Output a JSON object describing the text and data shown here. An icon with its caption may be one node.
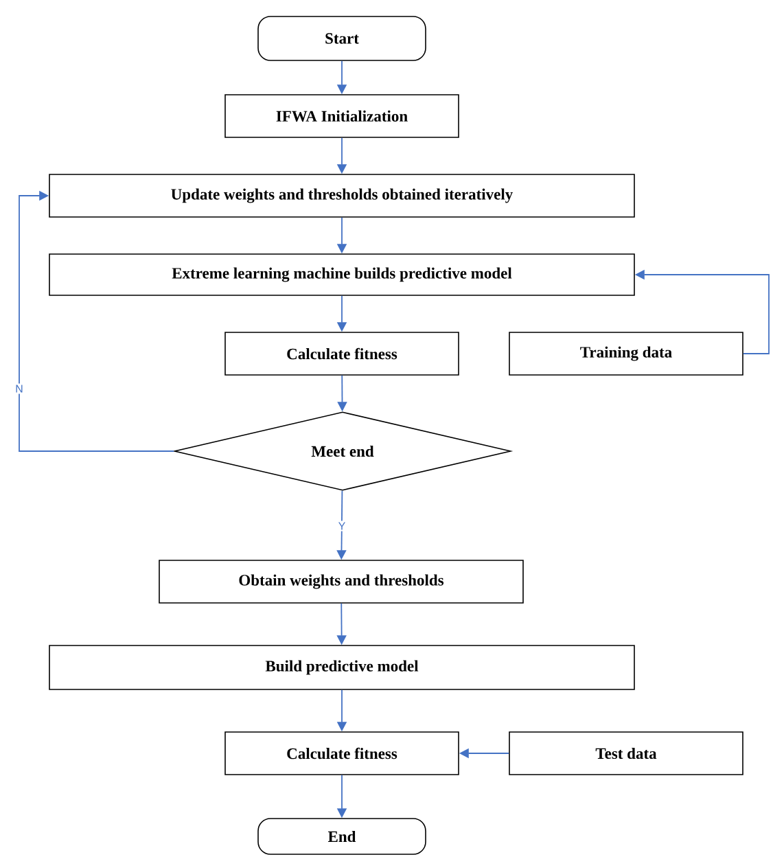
{
  "diagram": {
    "nodes": [
      {
        "text": [
          "Start"
        ]
      },
      {
        "text": [
          "IFWA Initialization"
        ]
      },
      {
        "text": [
          "Update weights and thresholds obtained iteratively"
        ]
      },
      {
        "text": [
          "Extreme learning machine builds predictive model"
        ]
      },
      {
        "text": [
          "Calculate fitness"
        ]
      },
      {
        "text": [
          "Training data"
        ]
      },
      {
        "text": [
          "Meet end"
        ]
      },
      {
        "text": [
          "Obtain weights and thresholds"
        ]
      },
      {
        "text": [
          "Build predictive model"
        ]
      },
      {
        "text": [
          "Calculate fitness"
        ]
      },
      {
        "text": [
          "Test data"
        ]
      },
      {
        "text": [
          "End"
        ]
      }
    ],
    "edges": [
      {
        "from": 0,
        "to": 1,
        "arrow": "to"
      },
      {
        "from": 1,
        "to": 2,
        "arrow": "to"
      },
      {
        "from": 2,
        "to": 3,
        "arrow": "to"
      },
      {
        "from": 3,
        "to": 4,
        "arrow": "to"
      },
      {
        "from": 4,
        "to": 6,
        "arrow": "to"
      },
      {
        "from": 6,
        "to": 2,
        "arrow": "to",
        "label": "N"
      },
      {
        "from": 5,
        "to": 3,
        "arrow": "to"
      },
      {
        "from": 6,
        "to": 7,
        "arrow": "to",
        "label": "Y"
      },
      {
        "from": 7,
        "to": 8,
        "arrow": "to"
      },
      {
        "from": 8,
        "to": 9,
        "arrow": "to"
      },
      {
        "from": 10,
        "to": 9,
        "arrow": "to"
      },
      {
        "from": 9,
        "to": 11,
        "arrow": "to"
      }
    ]
  }
}
